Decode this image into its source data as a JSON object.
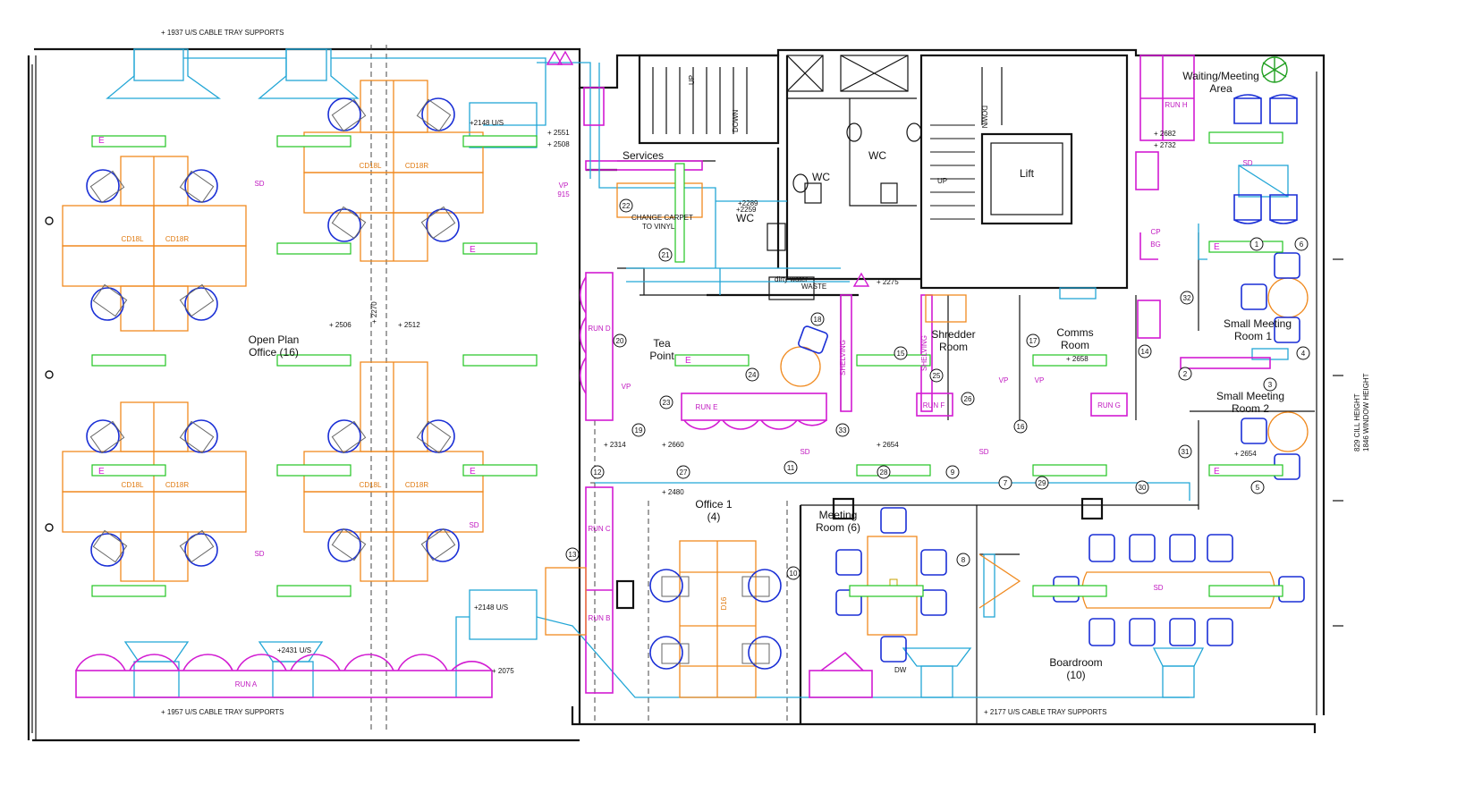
{
  "notes": {
    "top_tray": "+ 1937 U/S CABLE TRAY SUPPORTS",
    "bottom_left_tray": "+ 1957 U/S CABLE TRAY SUPPORTS",
    "bottom_right_tray": "+ 2177 U/S CABLE TRAY SUPPORTS",
    "sill_height": "829 CILL HEIGHT",
    "window_height": "1846 WINDOW HEIGHT",
    "change_carpet_1": "CHANGE CARPET",
    "change_carpet_2": "TO VINYL"
  },
  "rooms": {
    "open_plan_1": "Open Plan",
    "open_plan_2": "Office (16)",
    "services": "Services",
    "wc_1": "WC",
    "wc_2": "WC",
    "wc_3": "WC",
    "lift": "Lift",
    "waiting_1": "Waiting/Meeting",
    "waiting_2": "Area",
    "tea_1": "Tea",
    "tea_2": "Point",
    "shredder_1": "Shredder",
    "shredder_2": "Room",
    "comms_1": "Comms",
    "comms_2": "Room",
    "small_meeting_1a": "Small Meeting",
    "small_meeting_1b": "Room 1",
    "small_meeting_2a": "Small Meeting",
    "small_meeting_2b": "Room 2",
    "office1_1": "Office 1",
    "office1_2": "(4)",
    "meeting_1": "Meeting",
    "meeting_2": "Room (6)",
    "boardroom_1": "Boardroom",
    "boardroom_2": "(10)"
  },
  "heights": {
    "h2551": "+ 2551",
    "h2508": "+ 2508",
    "h2506": "+ 2506",
    "h2270": "+ 2270",
    "h2512": "+ 2512",
    "h2275": "+ 2275",
    "h2732": "+ 2732",
    "h2682": "+ 2682",
    "h2658": "+ 2658",
    "h2654a": "+ 2654",
    "h2654b": "+ 2654",
    "h2314": "+ 2314",
    "h2660": "+ 2660",
    "h2480": "+ 2480",
    "h2075": "+ 2075",
    "h2148a": "+2148 U/S",
    "h2148b": "+2148 U/S",
    "h2431": "+2431 U/S",
    "h2259": "+2259",
    "h2289": "+2289"
  },
  "runs": {
    "run_a": "RUN A",
    "run_b": "RUN B",
    "run_c": "RUN C",
    "run_d": "RUN D",
    "run_e": "RUN E",
    "run_f": "RUN F",
    "run_g": "RUN G",
    "run_h": "RUN H"
  },
  "desks": {
    "cd18l": "CD18L",
    "cd18r": "CD18R",
    "d16": "D16"
  },
  "labels": {
    "up": "UP",
    "down": "DOWN",
    "shelving": "SHELVING",
    "vp": "VP",
    "e": "E",
    "sd": "SD",
    "vp915": "915",
    "cp": "CP",
    "bg": "BG",
    "dw": "DW",
    "bin_water": "dirty water",
    "bin_waste": "WASTE"
  },
  "node_numbers": [
    "1",
    "2",
    "3",
    "4",
    "5",
    "6",
    "7",
    "8",
    "9",
    "10",
    "11",
    "12",
    "13",
    "14",
    "15",
    "16",
    "17",
    "18",
    "19",
    "20",
    "21",
    "22",
    "23",
    "24",
    "25",
    "26",
    "27",
    "28",
    "29",
    "30",
    "31",
    "32",
    "33"
  ],
  "colors": {
    "walls": "#111111",
    "services": "#22a6d6",
    "furniture_storage": "#d21bd2",
    "desks": "#f08a1f",
    "chairs": "#1a2fd6",
    "lighting": "#22c422"
  }
}
